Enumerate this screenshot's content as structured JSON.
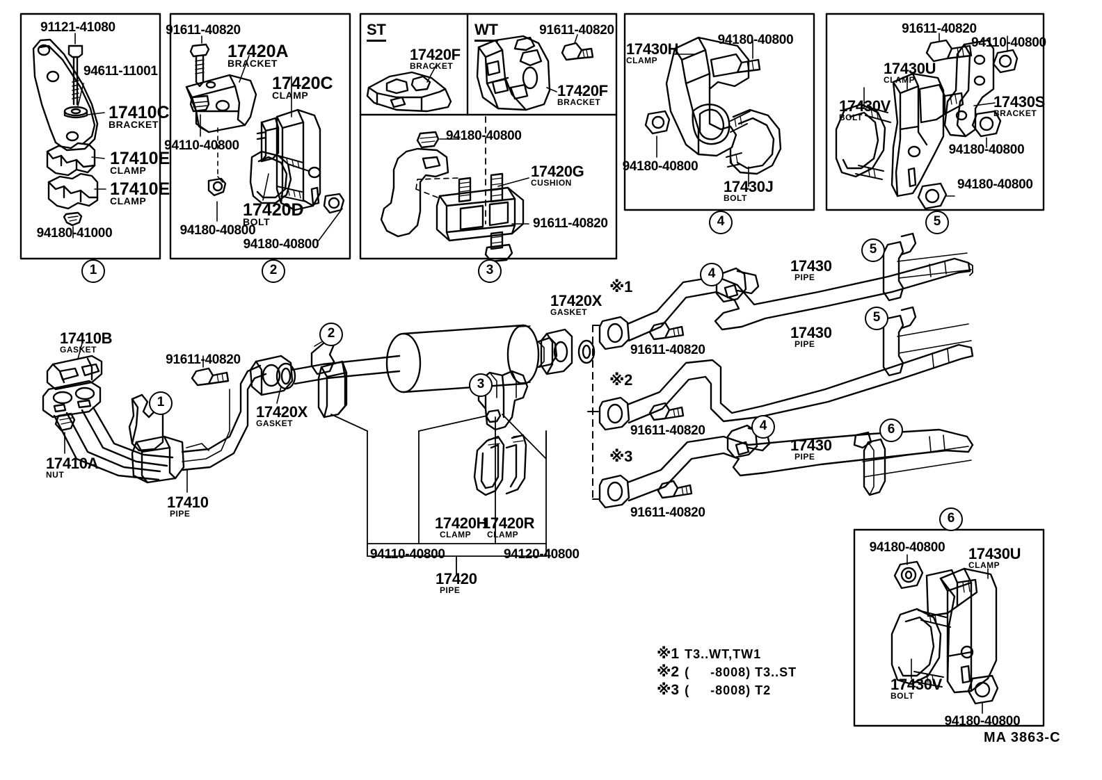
{
  "diagram": {
    "title": "Toyota Exhaust Pipe Parts Diagram",
    "drawing_code": "MA 3863-C"
  },
  "panels": [
    {
      "number": "1",
      "labels": [
        {
          "pn": "91121-41080",
          "desc": ""
        },
        {
          "pn": "94611-11001",
          "desc": ""
        },
        {
          "pn": "17410C",
          "desc": "BRACKET"
        },
        {
          "pn": "17410E",
          "desc": "CLAMP"
        },
        {
          "pn": "17410E",
          "desc": "CLAMP"
        },
        {
          "pn": "94180-41000",
          "desc": ""
        }
      ]
    },
    {
      "number": "2",
      "labels": [
        {
          "pn": "91611-40820",
          "desc": ""
        },
        {
          "pn": "17420A",
          "desc": "BRACKET"
        },
        {
          "pn": "17420C",
          "desc": "CLAMP"
        },
        {
          "pn": "94110-40800",
          "desc": ""
        },
        {
          "pn": "17420D",
          "desc": "BOLT"
        },
        {
          "pn": "94180-40800",
          "desc": ""
        },
        {
          "pn": "94180-40800",
          "desc": ""
        }
      ]
    },
    {
      "number": "3",
      "sub_labels": [
        "ST",
        "WT"
      ],
      "labels": [
        {
          "pn": "17420F",
          "desc": "BRACKET"
        },
        {
          "pn": "91611-40820",
          "desc": ""
        },
        {
          "pn": "17420F",
          "desc": "BRACKET"
        },
        {
          "pn": "94180-40800",
          "desc": ""
        },
        {
          "pn": "17420G",
          "desc": "CUSHION"
        },
        {
          "pn": "91611-40820",
          "desc": ""
        }
      ]
    },
    {
      "number": "4",
      "labels": [
        {
          "pn": "17430H",
          "desc": "CLAMP"
        },
        {
          "pn": "94180-40800",
          "desc": ""
        },
        {
          "pn": "94180-40800",
          "desc": ""
        },
        {
          "pn": "17430J",
          "desc": "BOLT"
        }
      ]
    },
    {
      "number": "5",
      "labels": [
        {
          "pn": "91611-40820",
          "desc": ""
        },
        {
          "pn": "94110-40800",
          "desc": ""
        },
        {
          "pn": "17430U",
          "desc": "CLAMP"
        },
        {
          "pn": "17430V",
          "desc": "BOLT"
        },
        {
          "pn": "17430S",
          "desc": "BRACKET"
        },
        {
          "pn": "94180-40800",
          "desc": ""
        },
        {
          "pn": "94180-40800",
          "desc": ""
        }
      ]
    },
    {
      "number": "6",
      "labels": [
        {
          "pn": "94180-40800",
          "desc": ""
        },
        {
          "pn": "17430U",
          "desc": "CLAMP"
        },
        {
          "pn": "17430V",
          "desc": "BOLT"
        },
        {
          "pn": "94180-40800",
          "desc": ""
        }
      ]
    }
  ],
  "main": {
    "front_pipe": [
      {
        "pn": "17410B",
        "desc": "GASKET"
      },
      {
        "pn": "17410A",
        "desc": "NUT"
      },
      {
        "pn": "17410",
        "desc": "PIPE"
      },
      {
        "pn": "91611-40820",
        "desc": ""
      },
      {
        "pn": "17420X",
        "desc": "GASKET"
      }
    ],
    "center_pipe": [
      {
        "pn": "17420H",
        "desc": "CLAMP"
      },
      {
        "pn": "17420R",
        "desc": "CLAMP"
      },
      {
        "pn": "94110-40800",
        "desc": ""
      },
      {
        "pn": "94120-40800",
        "desc": ""
      },
      {
        "pn": "17420",
        "desc": "PIPE"
      }
    ],
    "tail_pipes": [
      {
        "mark": "※1",
        "pn": "17430",
        "desc": "PIPE",
        "bolt": "91611-40820"
      },
      {
        "mark": "※2",
        "pn": "17430",
        "desc": "PIPE",
        "bolt": "91611-40820"
      },
      {
        "mark": "※3",
        "pn": "17430",
        "desc": "PIPE",
        "bolt": "91611-40820"
      }
    ],
    "rear_gasket": {
      "pn": "17420X",
      "desc": "GASKET"
    }
  },
  "legend": [
    {
      "mark": "※1",
      "text": "T3..WT,TW1"
    },
    {
      "mark": "※2",
      "text": "(     -8008) T3..ST"
    },
    {
      "mark": "※3",
      "text": "(     -8008) T2"
    }
  ],
  "callouts": {
    "c1": "1",
    "c2": "2",
    "c3": "3",
    "c4": "4",
    "c5": "5",
    "c6": "6"
  }
}
